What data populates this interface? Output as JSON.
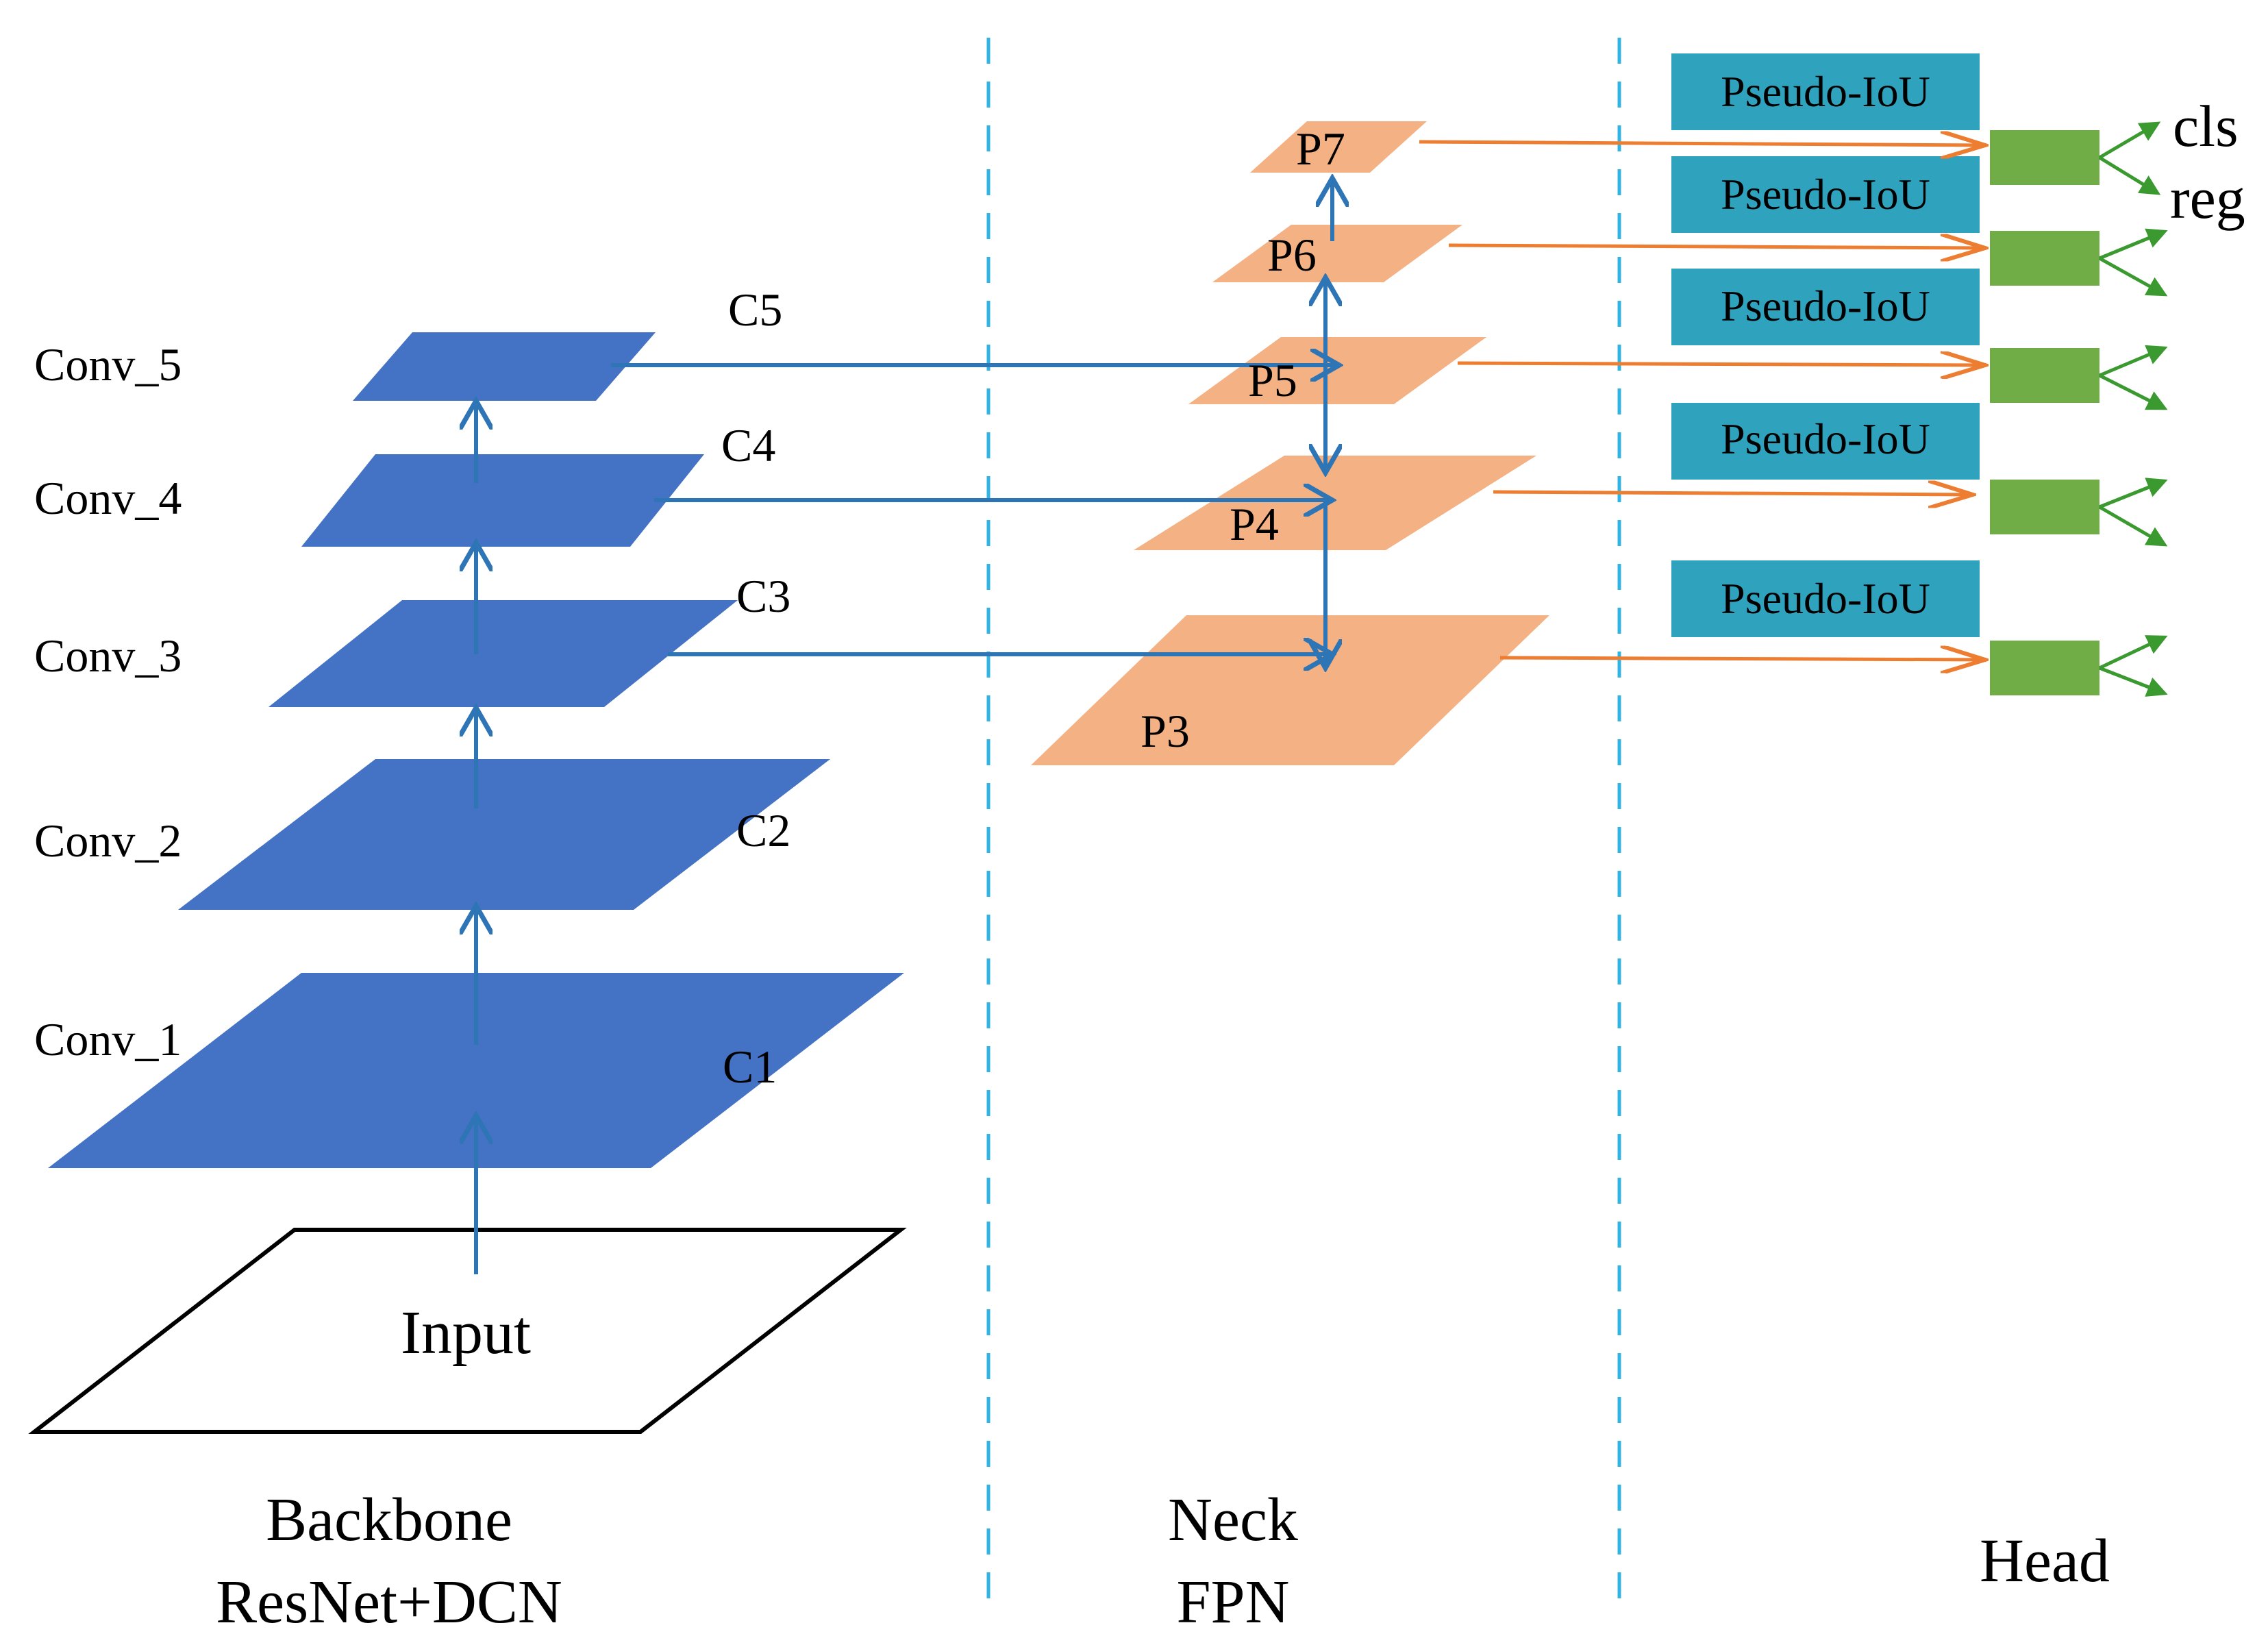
{
  "colors": {
    "backbone_layer": "#4472C4",
    "fpn_layer": "#F4B183",
    "pseudo_box": "#2FA3BE",
    "head_box": "#70AD47",
    "blue_arrow": "#2E75B6",
    "orange_arrow": "#ED7D31",
    "green_arrow": "#3A9A2F",
    "divider": "#2FB4E4"
  },
  "backbone": {
    "input_label": "Input",
    "layers": [
      {
        "conv": "Conv_1",
        "c": "C1"
      },
      {
        "conv": "Conv_2",
        "c": "C2"
      },
      {
        "conv": "Conv_3",
        "c": "C3"
      },
      {
        "conv": "Conv_4",
        "c": "C4"
      },
      {
        "conv": "Conv_5",
        "c": "C5"
      }
    ],
    "section_title": "Backbone",
    "section_subtitle": "ResNet+DCN"
  },
  "neck": {
    "layers": [
      "P3",
      "P4",
      "P5",
      "P6",
      "P7"
    ],
    "section_title": "Neck",
    "section_subtitle": "FPN"
  },
  "head": {
    "pseudo_labels": [
      "Pseudo-IoU",
      "Pseudo-IoU",
      "Pseudo-IoU",
      "Pseudo-IoU",
      "Pseudo-IoU"
    ],
    "outputs": [
      "cls",
      "reg"
    ],
    "section_title": "Head"
  }
}
